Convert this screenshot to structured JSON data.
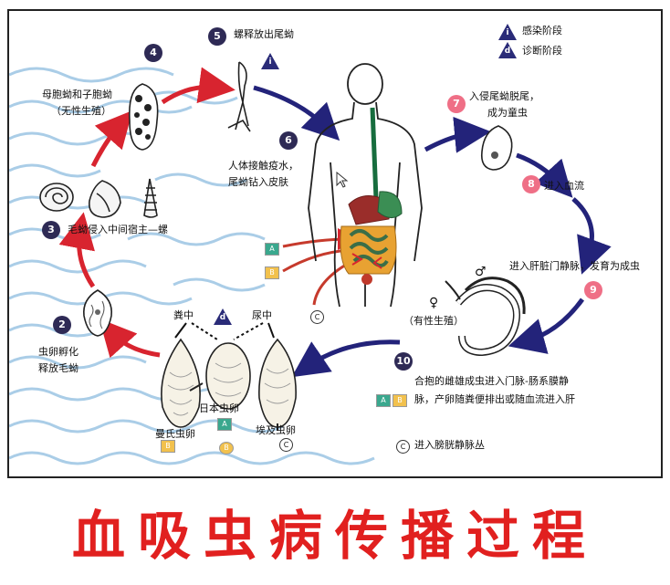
{
  "title": "血吸虫病传播过程",
  "legend": {
    "infect_symbol": "i",
    "infect_label": "感染阶段",
    "diag_symbol": "d",
    "diag_label": "诊断阶段"
  },
  "steps": {
    "s2": {
      "num": "2",
      "line1": "虫卵孵化",
      "line2": "释放毛蚴"
    },
    "s3": {
      "num": "3",
      "text": "毛蚴侵入中间宿主—螺"
    },
    "s4": {
      "num": "4",
      "line1": "母胞蚴和子胞蚴",
      "line2": "（无性生殖）"
    },
    "s5": {
      "num": "5",
      "text": "螺释放出尾蚴",
      "marker": "i"
    },
    "s6": {
      "num": "6",
      "line1": "人体接触疫水，",
      "line2": "尾蚴钻入皮肤"
    },
    "s7": {
      "num": "7",
      "line1": "入侵尾蚴脱尾，",
      "line2": "成为童虫"
    },
    "s8": {
      "num": "8",
      "text": "进入血流"
    },
    "s9": {
      "num": "9",
      "text": "进入肝脏门静脉，发育为成虫"
    },
    "s10": {
      "num": "10",
      "line1": "合抱的雌雄成虫进入门脉-肠系膜静",
      "line2": "脉，产卵随粪便排出或随血流进入肝"
    }
  },
  "eggs": {
    "feces": "粪中",
    "urine": "尿中",
    "marker": "d",
    "mansoni": "曼氏虫卵",
    "japonicum": "日本虫卵",
    "haematobium": "埃及虫卵"
  },
  "sexual": "（有性生殖）",
  "sex_symbols": {
    "female": "♀",
    "male": "♂"
  },
  "badges": {
    "A": "A",
    "B": "B",
    "C": "C"
  },
  "venous_c": "进入膀胱静脉丛",
  "colors": {
    "title_red": "#e1201f",
    "arrow_red": "#d8242f",
    "arrow_blue": "#23237a",
    "step_dark": "#2e2a55",
    "step_pink": "#ef6f86",
    "water": "#7fb3d6",
    "badge_green": "#3aa88e",
    "badge_yellow": "#f2c14d"
  }
}
